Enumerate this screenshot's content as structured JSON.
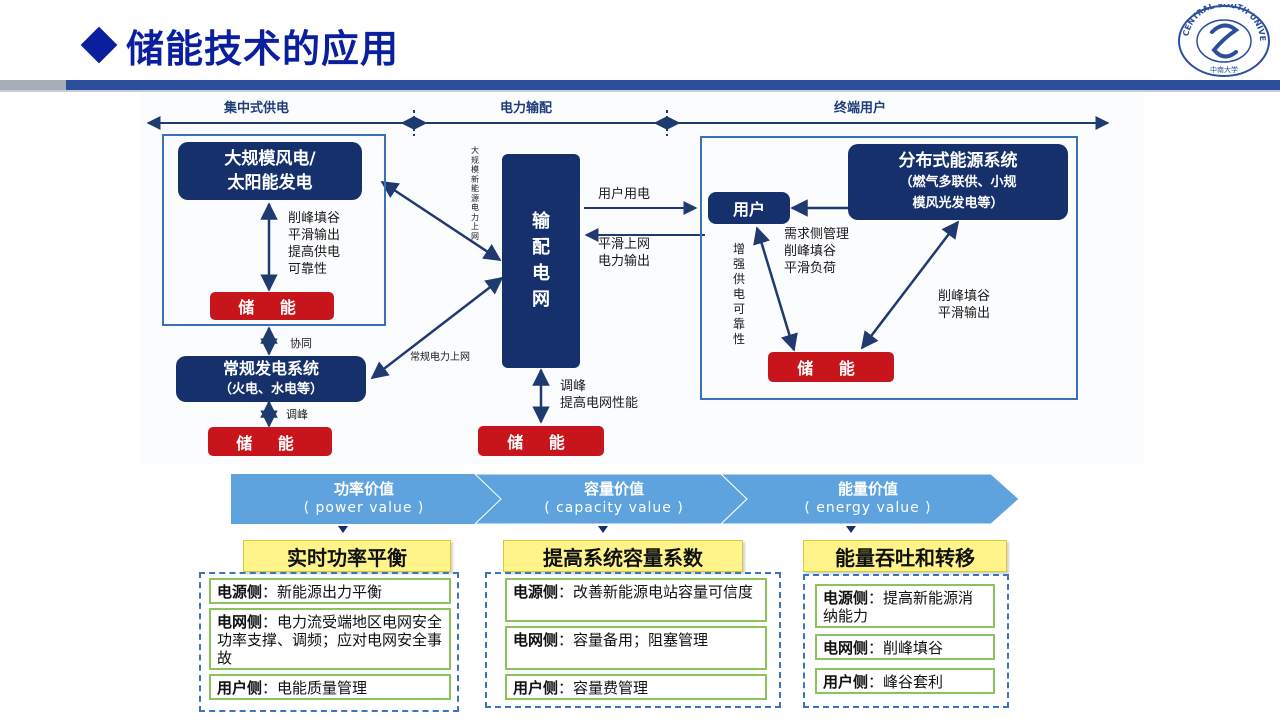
{
  "header": {
    "title": "储能技术的应用",
    "logo_ring_text": "CENTRAL SOUTH UNIVERSITY",
    "logo_cn_text": "中南大学"
  },
  "diagram": {
    "sections": [
      "集中式供电",
      "电力输配",
      "终端用户"
    ],
    "wind_solar": [
      "大规模风电/",
      "太阳能发电"
    ],
    "storage_label": "储 能",
    "conventional": [
      "常规发电系统",
      "（火电、水电等）"
    ],
    "grid": "输配电网",
    "user": "用户",
    "distributed": [
      "分布式能源系统",
      "（燃气多联供、小规",
      "模风光发电等）"
    ],
    "notes": {
      "left_upper": "削峰填谷\n平滑输出\n提高供电\n可靠性",
      "coop": "协同",
      "left_lower": "调峰",
      "new_energy_vertical": "大规模新能源电力上网",
      "conventional_online": "常规电力上网",
      "user_power": "用户用电",
      "smooth_output": "平滑上网\n电力输出",
      "grid_bottom": "调峰\n提高电网性能",
      "user_vertical": "增强供电可靠性",
      "demand": "需求侧管理\n削峰填谷\n平滑负荷",
      "distributed_storage": "削峰填谷\n平滑输出"
    }
  },
  "value_chain": {
    "stages": [
      {
        "title": "功率价值",
        "subtitle": "( power value )"
      },
      {
        "title": "容量价值",
        "subtitle": "( capacity value )"
      },
      {
        "title": "能量价值",
        "subtitle": "( energy value )"
      }
    ],
    "headings": [
      "实时功率平衡",
      "提高系统容量系数",
      "能量吞吐和转移"
    ],
    "cards": [
      [
        {
          "label": "电源侧",
          "text": "：新能源出力平衡"
        },
        {
          "label": "电网侧",
          "text": "：电力流受端地区电网安全功率支撑、调频；应对电网安全事故"
        },
        {
          "label": "用户侧",
          "text": "：电能质量管理"
        }
      ],
      [
        {
          "label": "电源侧",
          "text": "：改善新能源电站容量可信度"
        },
        {
          "label": "电网侧",
          "text": "：容量备用；阻塞管理"
        },
        {
          "label": "用户侧",
          "text": "：容量费管理"
        }
      ],
      [
        {
          "label": "电源侧",
          "text": "：提高新能源消纳能力"
        },
        {
          "label": "电网侧",
          "text": "：削峰填谷"
        },
        {
          "label": "用户侧",
          "text": "：峰谷套利"
        }
      ]
    ]
  },
  "colors": {
    "title_blue": "#0a1f9e",
    "navy_box": "#15306b",
    "storage_red": "#c8151c",
    "chevron_blue": "#5ea3de",
    "heading_yellow": "#fff48a",
    "card_green": "#8dc35e"
  }
}
